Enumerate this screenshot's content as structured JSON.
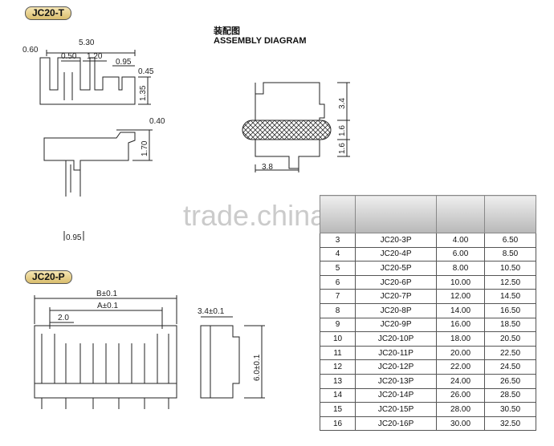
{
  "tags": {
    "top": "JC20-T",
    "bottom": "JC20-P"
  },
  "assembly": {
    "title_cn": "装配图",
    "title_en": "ASSEMBLY DIAGRAM"
  },
  "dims_top": {
    "d_530": "5.30",
    "d_060": "0.60",
    "d_050": "0.50",
    "d_120": "1.20",
    "d_095": "0.95",
    "d_045": "0.45",
    "d_135": "1.35",
    "d_040": "0.40",
    "d_170": "1.70",
    "d_095b": "0.95"
  },
  "dims_assembly": {
    "d_34": "3.4",
    "d_16a": "1.6",
    "d_16b": "1.6",
    "d_38": "3.8"
  },
  "dims_bottom": {
    "b": "B±0.1",
    "a": "A±0.1",
    "pitch": "2.0",
    "width": "3.4±0.1",
    "height": "6.0±0.1"
  },
  "watermark": "trade.china.cn",
  "table": {
    "headers": [
      "",
      "",
      "",
      ""
    ],
    "rows": [
      [
        "3",
        "JC20-3P",
        "4.00",
        "6.50"
      ],
      [
        "4",
        "JC20-4P",
        "6.00",
        "8.50"
      ],
      [
        "5",
        "JC20-5P",
        "8.00",
        "10.50"
      ],
      [
        "6",
        "JC20-6P",
        "10.00",
        "12.50"
      ],
      [
        "7",
        "JC20-7P",
        "12.00",
        "14.50"
      ],
      [
        "8",
        "JC20-8P",
        "14.00",
        "16.50"
      ],
      [
        "9",
        "JC20-9P",
        "16.00",
        "18.50"
      ],
      [
        "10",
        "JC20-10P",
        "18.00",
        "20.50"
      ],
      [
        "11",
        "JC20-11P",
        "20.00",
        "22.50"
      ],
      [
        "12",
        "JC20-12P",
        "22.00",
        "24.50"
      ],
      [
        "13",
        "JC20-13P",
        "24.00",
        "26.50"
      ],
      [
        "14",
        "JC20-14P",
        "26.00",
        "28.50"
      ],
      [
        "15",
        "JC20-15P",
        "28.00",
        "30.50"
      ],
      [
        "16",
        "JC20-16P",
        "30.00",
        "32.50"
      ]
    ]
  }
}
